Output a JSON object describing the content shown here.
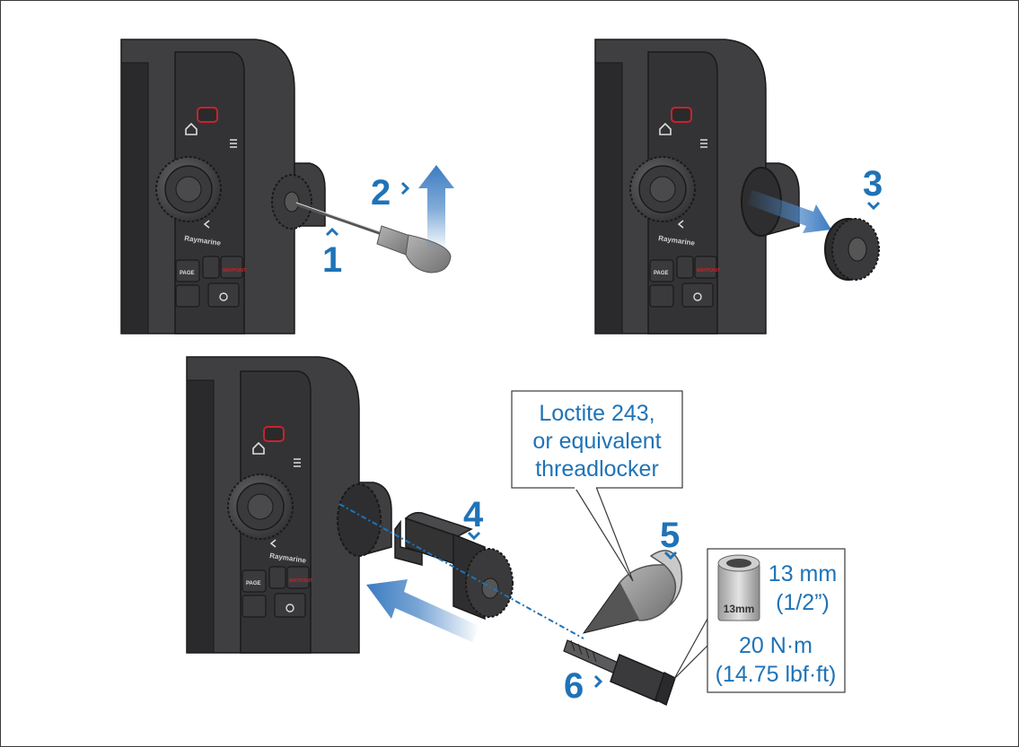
{
  "steps": {
    "s1": "1",
    "s2": "2",
    "s3": "3",
    "s4": "4",
    "s5": "5",
    "s6": "6"
  },
  "callout": {
    "line1": "Loctite 243,",
    "line2": "or equivalent",
    "line3": "threadlocker"
  },
  "spec": {
    "size_mm": "13 mm",
    "size_in": "(1/2”)",
    "torque_nm": "20 N·m",
    "torque_lbf": "(14.75 lbf·ft)",
    "socket_marking": "13mm"
  },
  "device": {
    "brand": "Raymarine",
    "page_key": "PAGE",
    "red_key": "WAYPOINT"
  },
  "colors": {
    "accent": "#1f73b7",
    "arrow": "#4a86c6",
    "housing": "#3f3f42",
    "housing_dark": "#2a2a2c",
    "panel_outline": "#1a1a1a",
    "alert_red": "#c8232c"
  },
  "icons": [
    "home-icon",
    "menu-icon",
    "power-icon",
    "back-icon",
    "bookmark-icon",
    "record-icon",
    "socket-icon"
  ]
}
